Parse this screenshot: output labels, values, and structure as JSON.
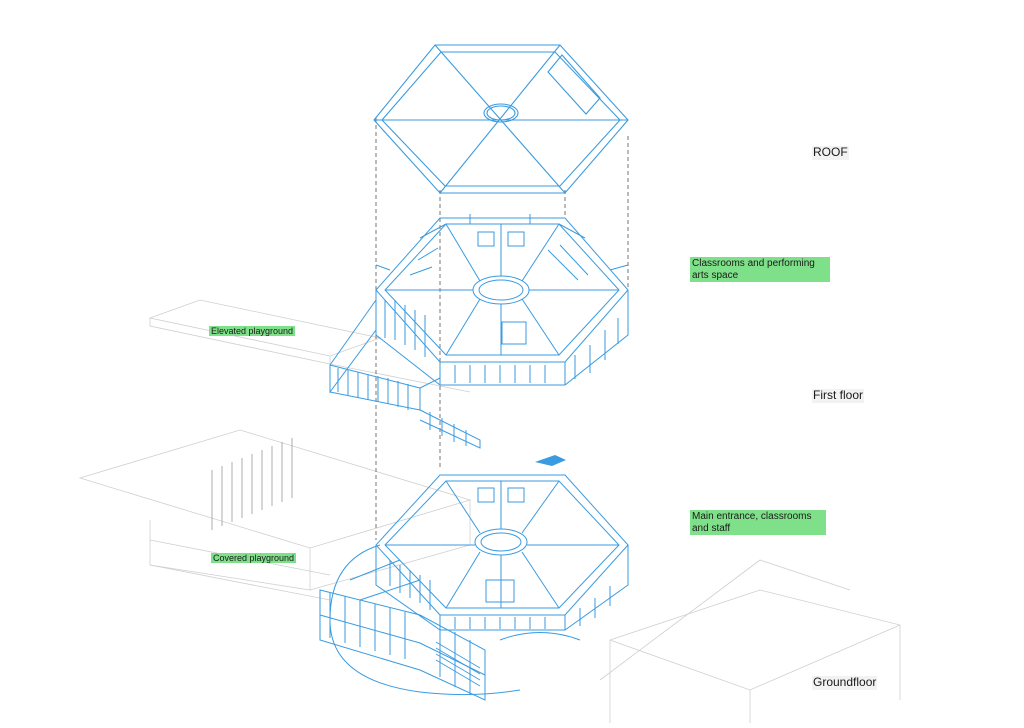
{
  "levels": {
    "roof": "ROOF",
    "first_floor": "First floor",
    "ground_floor": "Groundfloor"
  },
  "annotations": {
    "first_floor_use": "Classrooms and performing arts space",
    "ground_floor_use": "Main entrance, classrooms and staff",
    "elevated_playground": "Elevated playground",
    "covered_playground": "Covered playground"
  },
  "colors": {
    "structure": "#3a9be0",
    "context": "#c8c8c8",
    "highlight": "#7fe08a",
    "guide": "#555555"
  }
}
